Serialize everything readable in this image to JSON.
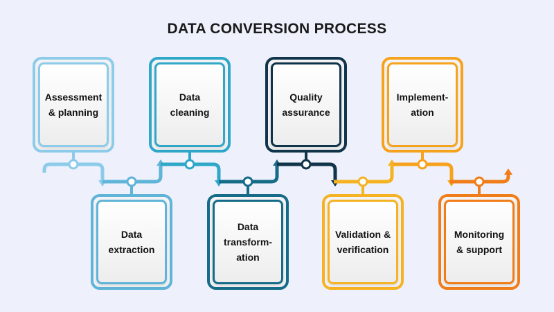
{
  "title": "DATA CONVERSION PROCESS",
  "steps": [
    {
      "label": "Assessment\n& planning",
      "color": "#8ccbe9",
      "row": "top"
    },
    {
      "label": "Data\nextraction",
      "color": "#5fb4d8",
      "row": "bottom"
    },
    {
      "label": "Data\ncleaning",
      "color": "#2fa7c9",
      "row": "top"
    },
    {
      "label": "Data\ntransform-\nation",
      "color": "#166c88",
      "row": "bottom"
    },
    {
      "label": "Quality\nassurance",
      "color": "#10344a",
      "row": "top"
    },
    {
      "label": "Validation &\nverification",
      "color": "#f5b323",
      "row": "bottom"
    },
    {
      "label": "Implement-\nation",
      "color": "#f6a21d",
      "row": "top"
    },
    {
      "label": "Monitoring\n& support",
      "color": "#f07d18",
      "row": "bottom"
    }
  ]
}
